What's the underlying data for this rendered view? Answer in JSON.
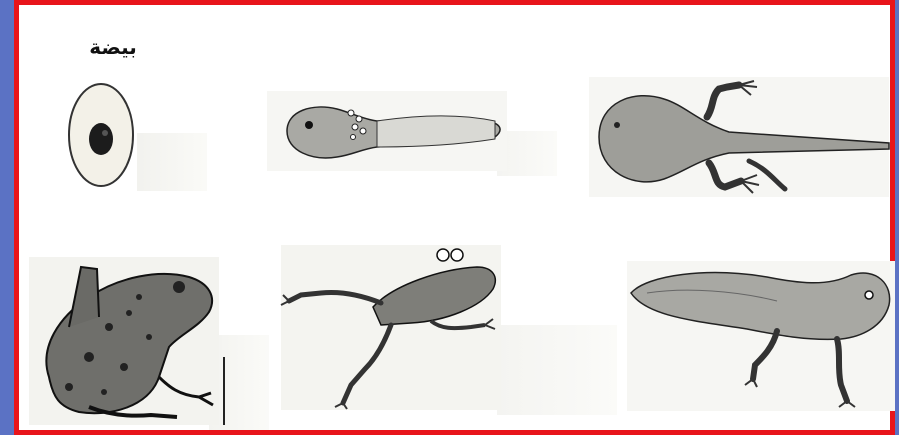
{
  "colors": {
    "background": "#5b72c4",
    "frame_border": "#e8141b",
    "canvas": "#ffffff"
  },
  "labels": {
    "egg": "بيضة"
  },
  "stages": [
    "egg",
    "early-tadpole",
    "tadpole-with-legs",
    "tadpole-hind-legs",
    "froglet",
    "adult-frog"
  ]
}
